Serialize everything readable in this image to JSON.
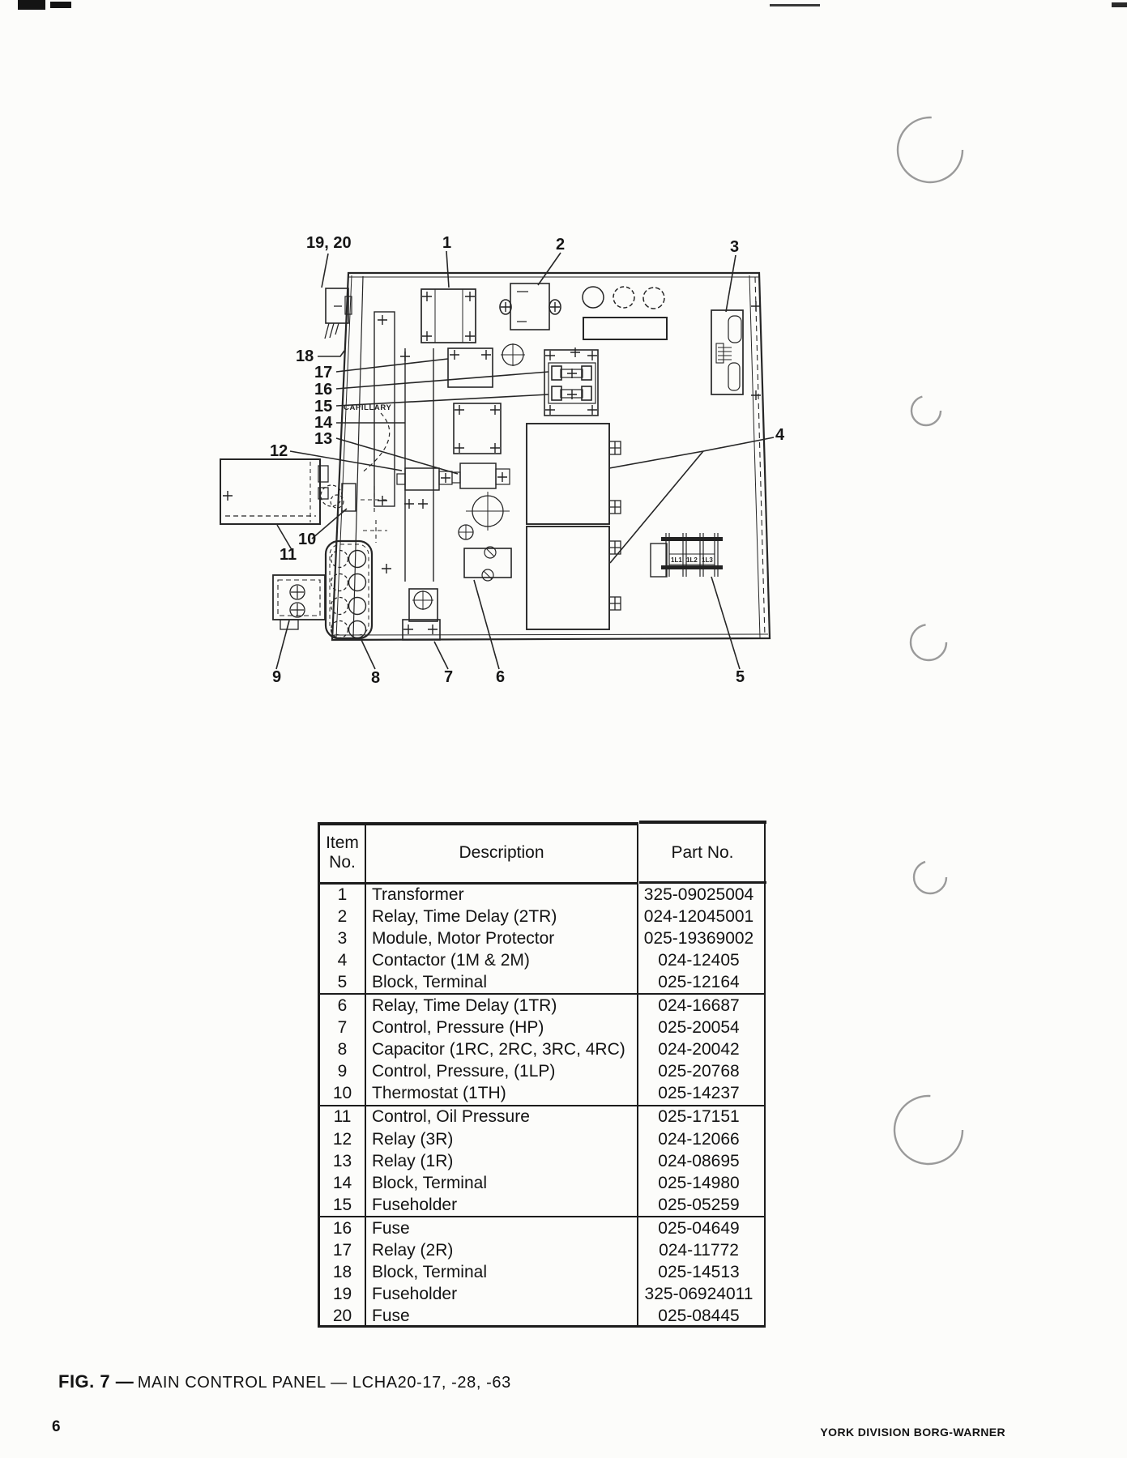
{
  "page": {
    "page_number": "6",
    "footer_right": "YORK DIVISION BORG-WARNER",
    "caption_prefix": "FIG. 7 —",
    "caption_rest": "MAIN CONTROL PANEL — LCHA20-17, -28, -63"
  },
  "figure": {
    "capillary_label": "CAPILLARY",
    "terminal_labels": [
      "1L1",
      "1L2",
      "1L3"
    ],
    "callouts": {
      "c19_20": "19, 20",
      "c1": "1",
      "c2": "2",
      "c3": "3",
      "c4": "4",
      "c5": "5",
      "c6": "6",
      "c7": "7",
      "c8": "8",
      "c9": "9",
      "c10": "10",
      "c11": "11",
      "c12": "12",
      "c13": "13",
      "c14": "14",
      "c15": "15",
      "c16": "16",
      "c17": "17",
      "c18": "18"
    }
  },
  "table": {
    "headers": {
      "item_line1": "Item",
      "item_line2": "No.",
      "description": "Description",
      "part": "Part No."
    },
    "group_breaks_after": [
      5,
      10,
      15
    ],
    "rows": [
      {
        "item": 1,
        "description": "Transformer",
        "part": "325-09025004"
      },
      {
        "item": 2,
        "description": "Relay, Time Delay (2TR)",
        "part": "024-12045001"
      },
      {
        "item": 3,
        "description": "Module, Motor Protector",
        "part": "025-19369002"
      },
      {
        "item": 4,
        "description": "Contactor (1M & 2M)",
        "part": "024-12405"
      },
      {
        "item": 5,
        "description": "Block, Terminal",
        "part": "025-12164"
      },
      {
        "item": 6,
        "description": "Relay, Time Delay (1TR)",
        "part": "024-16687"
      },
      {
        "item": 7,
        "description": "Control, Pressure (HP)",
        "part": "025-20054"
      },
      {
        "item": 8,
        "description": "Capacitor (1RC, 2RC, 3RC, 4RC)",
        "part": "024-20042"
      },
      {
        "item": 9,
        "description": "Control, Pressure, (1LP)",
        "part": "025-20768"
      },
      {
        "item": 10,
        "description": "Thermostat (1TH)",
        "part": "025-14237"
      },
      {
        "item": 11,
        "description": "Control, Oil Pressure",
        "part": "025-17151"
      },
      {
        "item": 12,
        "description": "Relay (3R)",
        "part": "024-12066"
      },
      {
        "item": 13,
        "description": "Relay (1R)",
        "part": "024-08695"
      },
      {
        "item": 14,
        "description": "Block, Terminal",
        "part": "025-14980"
      },
      {
        "item": 15,
        "description": "Fuseholder",
        "part": "025-05259"
      },
      {
        "item": 16,
        "description": "Fuse",
        "part": "025-04649"
      },
      {
        "item": 17,
        "description": "Relay (2R)",
        "part": "024-11772"
      },
      {
        "item": 18,
        "description": "Block, Terminal",
        "part": "025-14513"
      },
      {
        "item": 19,
        "description": "Fuseholder",
        "part": "325-06924011"
      },
      {
        "item": 20,
        "description": "Fuse",
        "part": "025-08445"
      }
    ]
  }
}
